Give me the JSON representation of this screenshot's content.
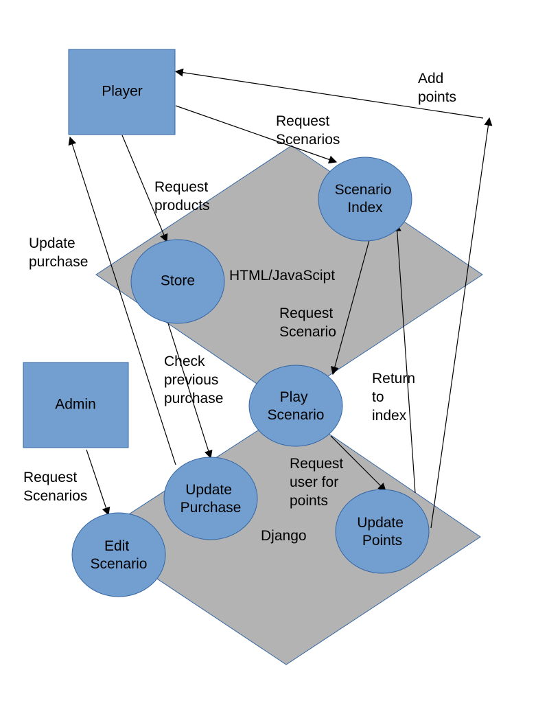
{
  "colors": {
    "layer_fill": "#b3b3b3",
    "layer_stroke": "#3465a4",
    "node_fill": "#729fcf",
    "node_stroke": "#3465a4",
    "edge": "#000000",
    "text": "#000000"
  },
  "layers": {
    "frontend": "HTML/JavaScipt",
    "backend": "Django"
  },
  "nodes": {
    "player": "Player",
    "admin": "Admin",
    "scenario_index": [
      "Scenario",
      "Index"
    ],
    "store": "Store",
    "play_scenario": [
      "Play",
      "Scenario"
    ],
    "update_purchase": [
      "Update",
      "Purchase"
    ],
    "update_points": [
      "Update",
      "Points"
    ],
    "edit_scenario": [
      "Edit",
      "Scenario"
    ]
  },
  "edges": {
    "add_points": [
      "Add",
      "points"
    ],
    "request_scenarios_player": [
      "Request",
      "Scenarios"
    ],
    "request_products": [
      "Request",
      "products"
    ],
    "update_purchase": [
      "Update",
      "purchase"
    ],
    "request_scenario": [
      "Request",
      "Scenario"
    ],
    "check_previous_purchase": [
      "Check",
      "previous",
      "purchase"
    ],
    "return_to_index": [
      "Return",
      "to",
      "index"
    ],
    "request_user_for_points": [
      "Request",
      "user for",
      "points"
    ],
    "request_scenarios_admin": [
      "Request",
      "Scenarios"
    ]
  }
}
